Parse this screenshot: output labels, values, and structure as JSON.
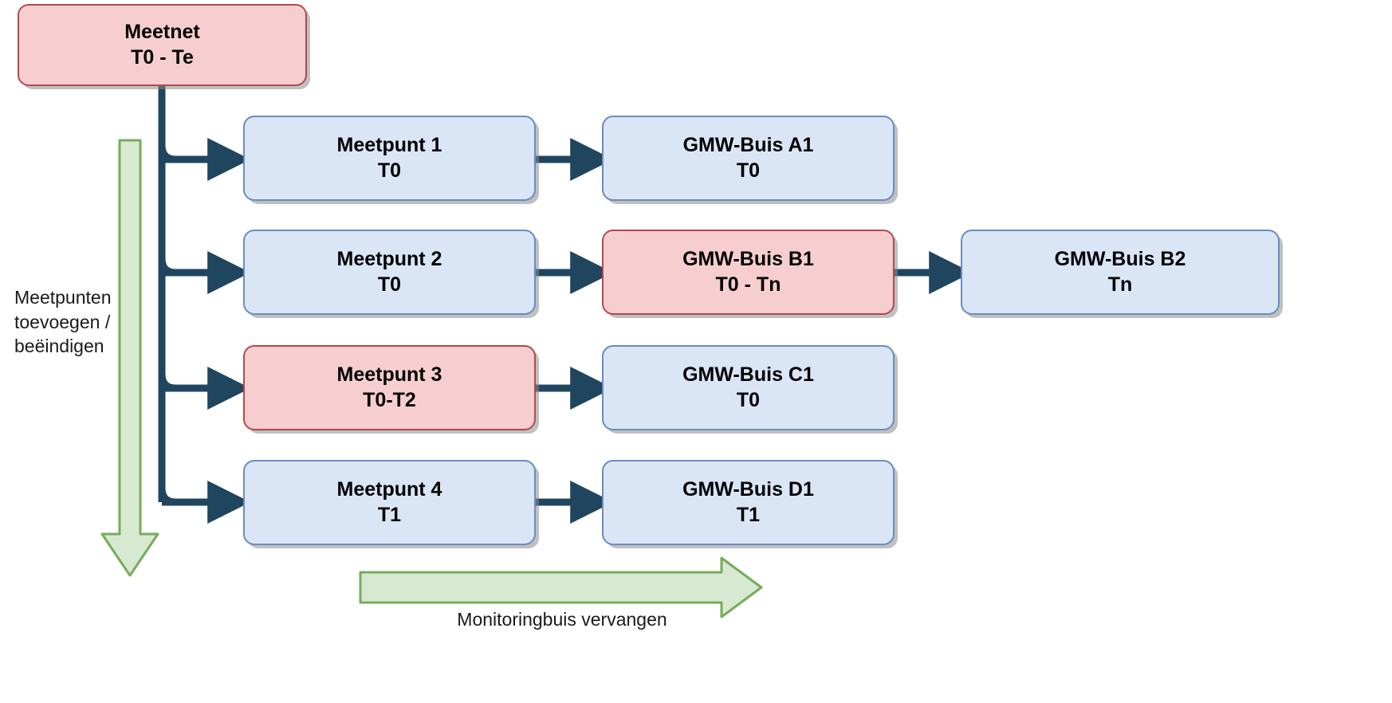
{
  "diagram": {
    "title_node": {
      "line1": "Meetnet",
      "line2": "T0 - Te",
      "color": "#f6ced0",
      "border_color": "#b5484c"
    },
    "colors": {
      "blue_fill": "#dae5f6",
      "blue_border": "#6b8cc0",
      "pink_fill": "#f6ced0",
      "pink_border": "#b5484c",
      "connector": "#20455f",
      "green_fill": "#d8e9d1",
      "green_border": "#77ab5d",
      "text": "#000000"
    },
    "nodes": [
      {
        "id": "meetnet",
        "line1": "Meetnet",
        "line2": "T0 - Te",
        "style": "pink"
      },
      {
        "id": "mp1",
        "line1": "Meetpunt 1",
        "line2": "T0",
        "style": "blue"
      },
      {
        "id": "gmw_a1",
        "line1": "GMW-Buis A1",
        "line2": "T0",
        "style": "blue"
      },
      {
        "id": "mp2",
        "line1": "Meetpunt 2",
        "line2": "T0",
        "style": "blue"
      },
      {
        "id": "gmw_b1",
        "line1": "GMW-Buis B1",
        "line2": "T0 - Tn",
        "style": "pink"
      },
      {
        "id": "gmw_b2",
        "line1": "GMW-Buis B2",
        "line2": "Tn",
        "style": "blue"
      },
      {
        "id": "mp3",
        "line1": "Meetpunt 3",
        "line2": "T0-T2",
        "style": "pink"
      },
      {
        "id": "gmw_c1",
        "line1": "GMW-Buis C1",
        "line2": "T0",
        "style": "blue"
      },
      {
        "id": "mp4",
        "line1": "Meetpunt 4",
        "line2": "T1",
        "style": "blue"
      },
      {
        "id": "gmw_d1",
        "line1": "GMW-Buis D1",
        "line2": "T1",
        "style": "blue"
      }
    ],
    "annotations": {
      "vertical_arrow_label": "Meetpunten\ntoevoegen /\nbeëindigen",
      "horizontal_arrow_label": "Monitoringbuis vervangen"
    }
  }
}
